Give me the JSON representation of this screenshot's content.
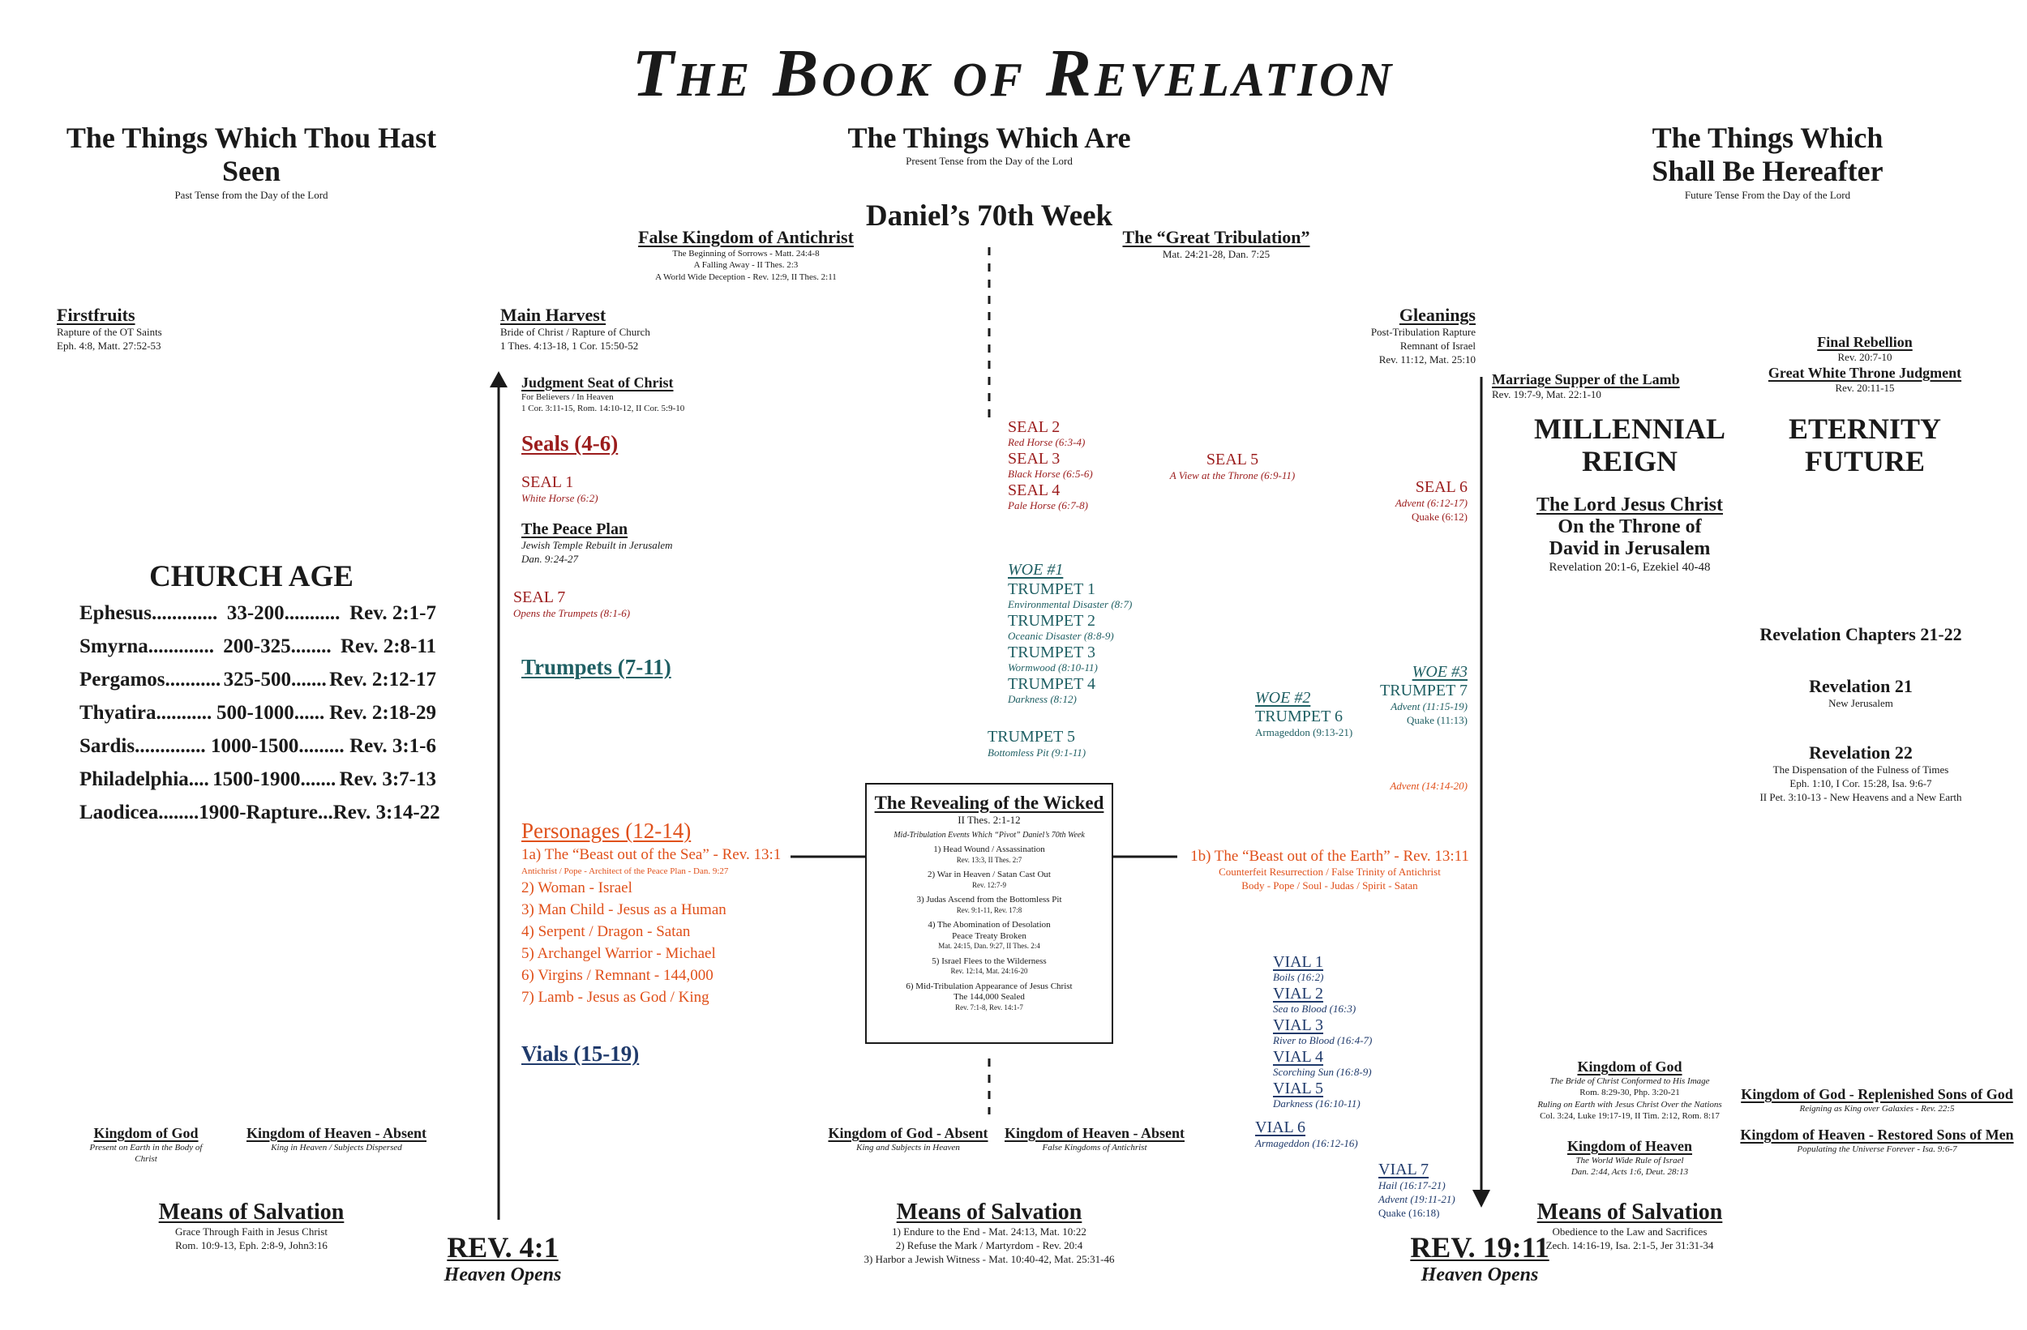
{
  "title": "The Book of Revelation",
  "col_left": {
    "heading": "The Things Which Thou Hast Seen",
    "sub": "Past Tense from the Day of the Lord"
  },
  "col_mid": {
    "heading": "The Things Which Are",
    "sub": "Present Tense from the Day of the Lord"
  },
  "col_right": {
    "heading_1": "The Things Which",
    "heading_2": "Shall Be Hereafter",
    "sub": "Future Tense From the Day of the Lord"
  },
  "daniels_week": "Daniel’s 70th Week",
  "false_kingdom": {
    "title": "False Kingdom of Antichrist",
    "l1": "The Beginning of Sorrows - Matt. 24:4-8",
    "l2": "A Falling Away - II Thes. 2:3",
    "l3": "A World Wide Deception - Rev. 12:9, II Thes. 2:11"
  },
  "great_trib": {
    "title": "The “Great Tribulation”",
    "ref": "Mat. 24:21-28, Dan. 7:25"
  },
  "firstfruits": {
    "title": "Firstfruits",
    "l1": "Rapture of the OT Saints",
    "l2": "Eph. 4:8, Matt. 27:52-53"
  },
  "main_harvest": {
    "title": "Main Harvest",
    "l1": "Bride of Christ / Rapture of Church",
    "l2": "1 Thes. 4:13-18, 1 Cor. 15:50-52"
  },
  "judgment_seat": {
    "title": "Judgment Seat of Christ",
    "l1": "For Believers / In Heaven",
    "l2": "1 Cor. 3:11-15, Rom. 14:10-12, II Cor. 5:9-10"
  },
  "gleanings": {
    "title": "Gleanings",
    "l1": "Post-Tribulation Rapture",
    "l2": "Remnant of Israel",
    "l3": "Rev. 11:12, Mat. 25:10"
  },
  "marriage_supper": {
    "title": "Marriage Supper of the Lamb",
    "ref": "Rev. 19:7-9, Mat. 22:1-10"
  },
  "final_rebellion": {
    "title": "Final Rebellion",
    "ref": "Rev. 20:7-10"
  },
  "white_throne": {
    "title": "Great White Throne Judgment",
    "ref": "Rev. 20:11-15"
  },
  "millennial": {
    "l1": "MILLENNIAL",
    "l2": "REIGN"
  },
  "eternity": {
    "l1": "ETERNITY",
    "l2": "FUTURE"
  },
  "lord_jesus": {
    "title": "The Lord Jesus Christ",
    "l1": "On the Throne of",
    "l2": "David in Jerusalem",
    "ref": "Revelation 20:1-6, Ezekiel 40-48"
  },
  "rev_chapters": "Revelation Chapters 21-22",
  "rev21": {
    "title": "Revelation 21",
    "sub": "New Jerusalem"
  },
  "rev22": {
    "title": "Revelation 22",
    "l1": "The Dispensation of the Fulness of Times",
    "l2": "Eph. 1:10, I Cor. 15:28, Isa. 9:6-7",
    "l3": "II Pet. 3:10-13 - New Heavens and a New Earth"
  },
  "church_age": {
    "title": "CHURCH AGE",
    "rows": [
      {
        "name": "Ephesus",
        "dots1": ".............",
        "years": "33-200",
        "dots2": "...........",
        "ref": "Rev. 2:1-7"
      },
      {
        "name": "Smyrna",
        "dots1": ".............",
        "years": "200-325",
        "dots2": "........",
        "ref": "Rev. 2:8-11"
      },
      {
        "name": "Pergamos",
        "dots1": "...........",
        "years": "325-500",
        "dots2": ".......",
        "ref": "Rev. 2:12-17"
      },
      {
        "name": "Thyatira",
        "dots1": "...........",
        "years": "500-1000",
        "dots2": "......",
        "ref": "Rev. 2:18-29"
      },
      {
        "name": "Sardis",
        "dots1": "..............",
        "years": "1000-1500",
        "dots2": ".........",
        "ref": "Rev. 3:1-6"
      },
      {
        "name": "Philadelphia",
        "dots1": "....",
        "years": "1500-1900",
        "dots2": ".......",
        "ref": "Rev. 3:7-13"
      },
      {
        "name": "Laodicea",
        "dots1": "........",
        "years": "1900-Rapture",
        "dots2": "...",
        "ref": "Rev. 3:14-22"
      }
    ]
  },
  "seals_head": "Seals  (4-6)",
  "seal1": {
    "title": "SEAL 1",
    "sub": "White Horse (6:2)"
  },
  "peace_plan": {
    "title": "The Peace Plan",
    "l1": "Jewish Temple Rebuilt in Jerusalem",
    "l2": "Dan. 9:24-27"
  },
  "seal7": {
    "title": "SEAL 7",
    "sub": "Opens the Trumpets (8:1-6)"
  },
  "trumpets_head": "Trumpets (7-11)",
  "seals_mid": [
    {
      "title": "SEAL 2",
      "sub": "Red Horse (6:3-4)"
    },
    {
      "title": "SEAL 3",
      "sub": "Black Horse (6:5-6)"
    },
    {
      "title": "SEAL 4",
      "sub": "Pale Horse (6:7-8)"
    }
  ],
  "seal5": {
    "title": "SEAL 5",
    "sub": "A View at the Throne (6:9-11)"
  },
  "seal6": {
    "title": "SEAL 6",
    "sub": "Advent (6:12-17)",
    "sub2": "Quake (6:12)"
  },
  "woe1": "WOE #1",
  "trumpets_mid": [
    {
      "title": "TRUMPET 1",
      "sub": "Environmental Disaster (8:7)"
    },
    {
      "title": "TRUMPET 2",
      "sub": "Oceanic Disaster (8:8-9)"
    },
    {
      "title": "TRUMPET 3",
      "sub": "Wormwood (8:10-11)"
    },
    {
      "title": "TRUMPET 4",
      "sub": "Darkness (8:12)"
    }
  ],
  "trumpet5": {
    "title": "TRUMPET 5",
    "sub": "Bottomless Pit (9:1-11)"
  },
  "woe2": "WOE #2",
  "trumpet6": {
    "title": "TRUMPET 6",
    "sub": "Armageddon (9:13-21)"
  },
  "woe3": "WOE #3",
  "trumpet7": {
    "title": "TRUMPET 7",
    "sub": "Advent (11:15-19)",
    "sub2": "Quake (11:13)"
  },
  "advent_14": "Advent (14:14-20)",
  "personages": {
    "title": "Personages (12-14)",
    "first": "1a) The “Beast out of the Sea” - Rev. 13:1",
    "first_sub": "Antichrist / Pope - Architect of the Peace Plan - Dan. 9:27",
    "items": [
      "2) Woman - Israel",
      "3) Man Child - Jesus as a Human",
      "4) Serpent / Dragon - Satan",
      "5) Archangel Warrior - Michael",
      "6) Virgins / Remnant - 144,000",
      "7) Lamb - Jesus as God / King"
    ]
  },
  "beast_earth": {
    "title": "1b) The “Beast out of the Earth” - Rev. 13:11",
    "l1": "Counterfeit Resurrection / False Trinity of Antichrist",
    "l2": "Body - Pope / Soul - Judas / Spirit - Satan"
  },
  "vials_head": "Vials (15-19)",
  "vials": [
    {
      "title": "VIAL 1",
      "sub": "Boils (16:2)"
    },
    {
      "title": "VIAL 2",
      "sub": "Sea to Blood (16:3)"
    },
    {
      "title": "VIAL 3",
      "sub": "River to Blood (16:4-7)"
    },
    {
      "title": "VIAL 4",
      "sub": "Scorching Sun (16:8-9)"
    },
    {
      "title": "VIAL 5",
      "sub": "Darkness (16:10-11)"
    }
  ],
  "vial6": {
    "title": "VIAL 6",
    "sub": "Armageddon (16:12-16)"
  },
  "vial7": {
    "title": "VIAL 7",
    "sub1": "Hail (16:17-21)",
    "sub2": "Advent (19:11-21)",
    "sub3": "Quake (16:18)"
  },
  "revealing": {
    "title": "The Revealing of the Wicked",
    "ref": "II Thes. 2:1-12",
    "sub": "Mid-Tribulation Events Which “Pivot” Daniel’s 70th Week",
    "events": [
      {
        "t": "1) Head Wound / Assassination",
        "r": "Rev. 13:3, II Thes. 2:7"
      },
      {
        "t": "2) War in Heaven / Satan Cast Out",
        "r": "Rev. 12:7-9"
      },
      {
        "t": "3) Judas Ascend from the Bottomless Pit",
        "r": "Rev. 9:1-11, Rev. 17:8"
      },
      {
        "t": "4) The Abomination of Desolation",
        "t2": "Peace Treaty Broken",
        "r": "Mat. 24:15, Dan. 9:27, II Thes. 2:4"
      },
      {
        "t": "5) Israel Flees to the Wilderness",
        "r": "Rev. 12:14, Mat. 24:16-20"
      },
      {
        "t": "6) Mid-Tribulation Appearance of Jesus Christ",
        "t2": "The 144,000 Sealed",
        "r": "Rev. 7:1-8, Rev. 14:1-7"
      }
    ]
  },
  "kog_left": {
    "title": "Kingdom of God",
    "sub": "Present on Earth in the Body of Christ"
  },
  "koh_left": {
    "title": "Kingdom of Heaven - Absent",
    "sub": "King in Heaven / Subjects Dispersed"
  },
  "kog_mid": {
    "title": "Kingdom of God - Absent",
    "sub": "King and Subjects in Heaven"
  },
  "koh_mid": {
    "title": "Kingdom of Heaven - Absent",
    "sub": "False Kingdoms of Antichrist"
  },
  "kog_right": {
    "title": "Kingdom of God",
    "l1": "The Bride of Christ Conformed to His Image",
    "l2": "Rom. 8:29-30, Php. 3:20-21",
    "l3": "Ruling on Earth with Jesus Christ Over the Nations",
    "l4": "Col. 3:24, Luke 19:17-19, II Tim. 2:12, Rom. 8:17"
  },
  "koh_right": {
    "title": "Kingdom of Heaven",
    "l1": "The World Wide Rule of Israel",
    "l2": "Dan. 2:44, Acts 1:6, Deut. 28:13"
  },
  "kog_far": {
    "title": "Kingdom of God - Replenished Sons of God",
    "sub": "Reigning as King over Galaxies - Rev. 22:5"
  },
  "koh_far": {
    "title": "Kingdom of Heaven - Restored Sons of Men",
    "sub": "Populating the Universe Forever - Isa. 9:6-7"
  },
  "means_left": {
    "title": "Means of Salvation",
    "l1": "Grace Through Faith in Jesus Christ",
    "l2": "Rom. 10:9-13, Eph. 2:8-9, John3:16"
  },
  "means_mid": {
    "title": "Means of Salvation",
    "l1": "1) Endure to the End - Mat. 24:13, Mat. 10:22",
    "l2": "2) Refuse the Mark / Martyrdom - Rev. 20:4",
    "l3": "3) Harbor a Jewish Witness - Mat. 10:40-42, Mat. 25:31-46"
  },
  "means_right": {
    "title": "Means of Salvation",
    "l1": "Obedience to the Law and Sacrifices",
    "l2": "Zech. 14:16-19, Isa. 2:1-5, Jer 31:31-34"
  },
  "rev41": {
    "title": "REV. 4:1",
    "sub": "Heaven Opens"
  },
  "rev1911": {
    "title": "REV. 19:11",
    "sub": "Heaven Opens"
  }
}
